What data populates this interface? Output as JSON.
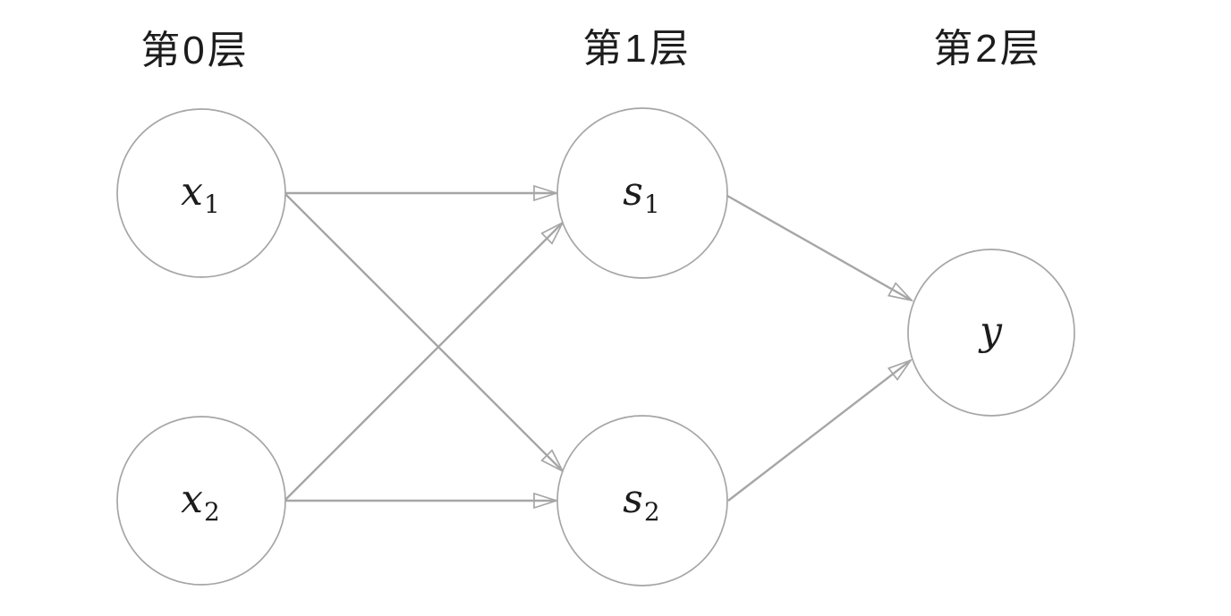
{
  "diagram": {
    "background": "#ffffff",
    "stroke_color": "#a6a6a6",
    "text_color": "#1c1c1c",
    "layers": [
      {
        "index": 0,
        "label": "第0层"
      },
      {
        "index": 1,
        "label": "第1层"
      },
      {
        "index": 2,
        "label": "第2层"
      }
    ],
    "nodes": {
      "x1": {
        "base": "x",
        "sub": "1",
        "layer": 0
      },
      "x2": {
        "base": "x",
        "sub": "2",
        "layer": 0
      },
      "s1": {
        "base": "s",
        "sub": "1",
        "layer": 1
      },
      "s2": {
        "base": "s",
        "sub": "2",
        "layer": 1
      },
      "y": {
        "base": "y",
        "sub": "",
        "layer": 2
      }
    },
    "edges": [
      {
        "from": "x1",
        "to": "s1"
      },
      {
        "from": "x1",
        "to": "s2"
      },
      {
        "from": "x2",
        "to": "s1"
      },
      {
        "from": "x2",
        "to": "s2"
      },
      {
        "from": "s1",
        "to": "y"
      },
      {
        "from": "s2",
        "to": "y"
      }
    ]
  }
}
